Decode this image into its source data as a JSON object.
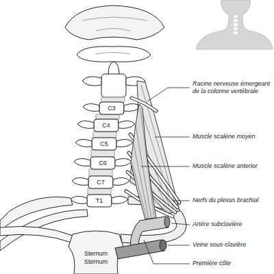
{
  "diagram": {
    "labels": [
      "Racine nerveuse émergeant de la colonne vertébrale",
      "Muscle scalène moyen",
      "Muscle scalène anterior",
      "Nerfs du plexus brachial",
      "Artère subclavière",
      "Veine sous-clavière",
      "Première côte",
      "C3",
      "C4",
      "C5",
      "C6",
      "C7",
      "T1",
      "Sternum",
      "Sternum"
    ]
  }
}
